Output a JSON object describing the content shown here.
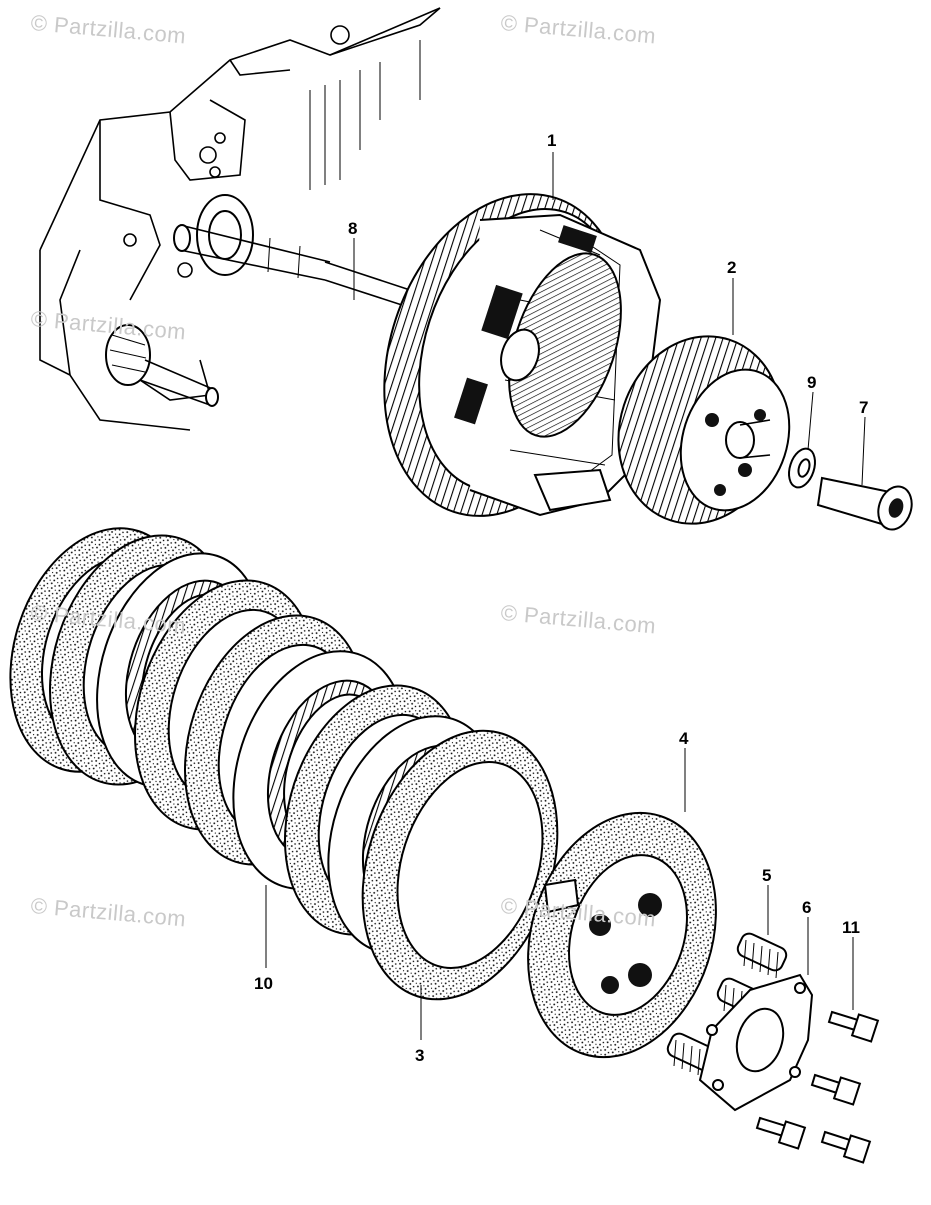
{
  "watermark": {
    "text": "© Partzilla.com"
  },
  "callouts": {
    "c1": "1",
    "c2": "2",
    "c3": "3",
    "c4": "4",
    "c5": "5",
    "c6": "6",
    "c7": "7",
    "c8": "8",
    "c9": "9",
    "c10": "10",
    "c11": "11"
  },
  "colors": {
    "line": "#000000",
    "watermark": "#c9c9c9",
    "background": "#ffffff"
  }
}
